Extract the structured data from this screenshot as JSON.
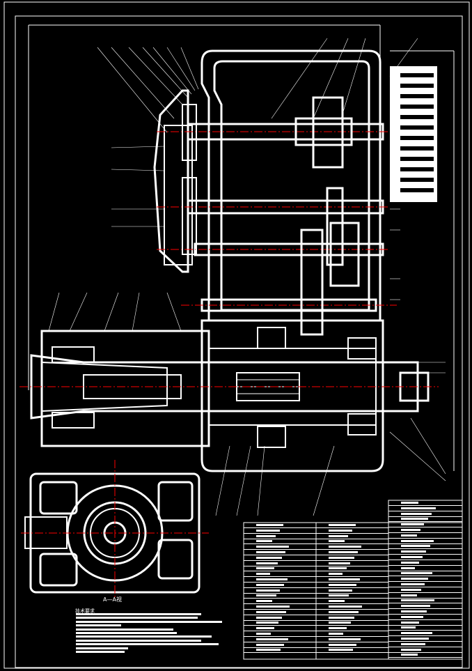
{
  "drawing": {
    "type": "mechanical assembly drawing",
    "background_color": "#000000",
    "line_color": "#ffffff",
    "centerline_color": "#ff0000"
  },
  "views": {
    "section_label": "A—A视",
    "tech_requirements_title": "技术要求",
    "tech_requirements_lines": 11
  },
  "parts_table": {
    "columns": 3,
    "visible": true
  }
}
